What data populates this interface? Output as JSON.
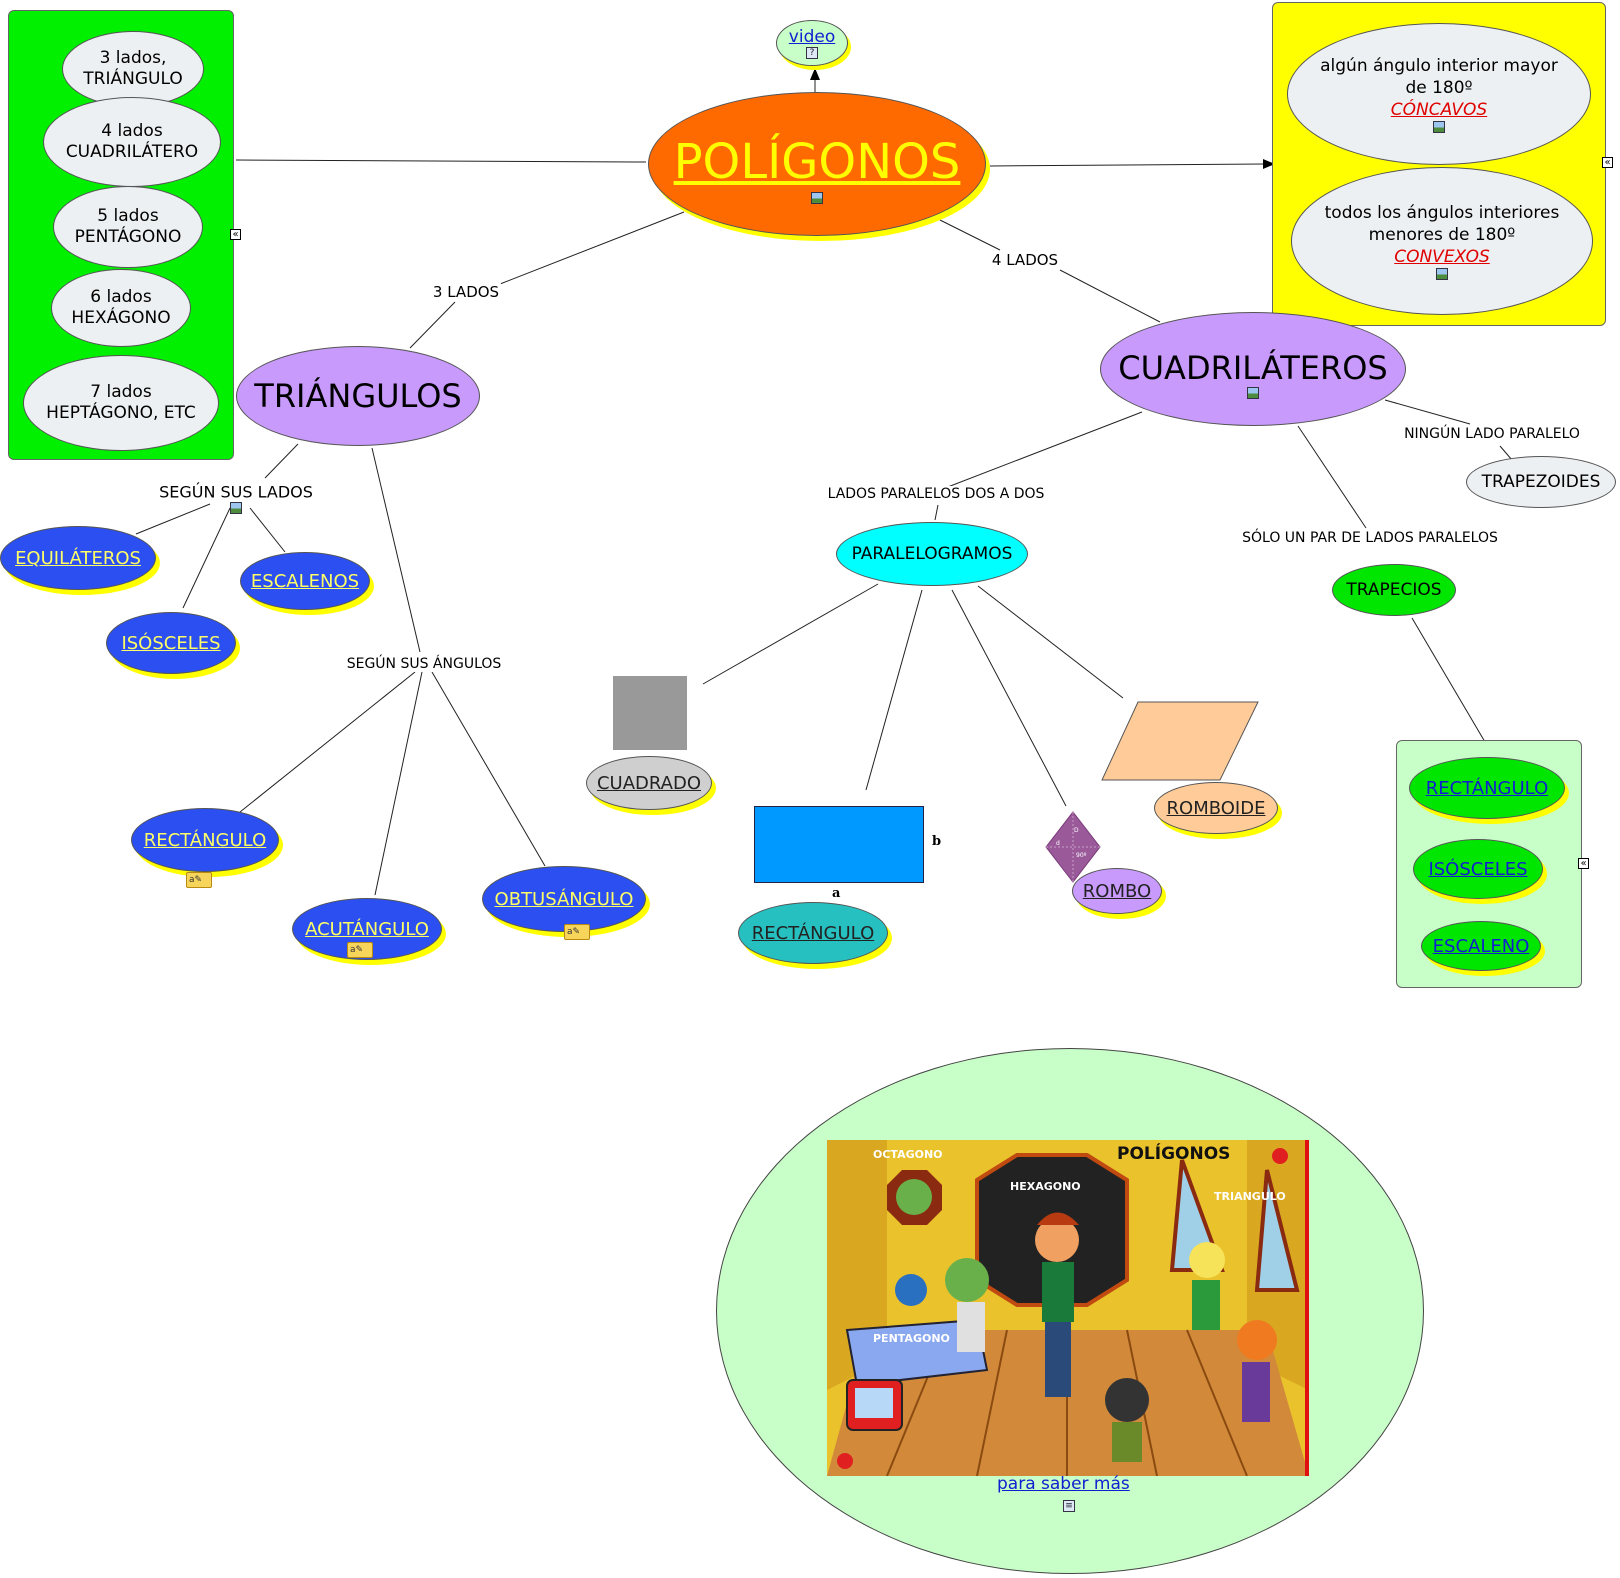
{
  "root": {
    "title": "POLÍGONOS",
    "link": "video"
  },
  "sides_box": {
    "items": [
      "3 lados,\nTRIÁNGULO",
      "4 lados\nCUADRILÁTERO",
      "5 lados\nPENTÁGONO",
      "6 lados\nHEXÁGONO",
      "7 lados\nHEPTÁGONO, ETC"
    ]
  },
  "convexity_box": {
    "concave_text": "algún ángulo interior mayor de 180º",
    "concave_label": "CÓNCAVOS",
    "convex_text": "todos los  ángulos interiores menores de 180º",
    "convex_label": "CONVEXOS"
  },
  "edge_labels": {
    "three_sides": "3 LADOS",
    "four_sides": "4 LADOS",
    "by_sides": "SEGÚN SUS LADOS",
    "by_angles": "SEGÚN SUS ÁNGULOS",
    "parallel_pairs": "LADOS PARALELOS DOS A DOS",
    "one_pair": "SÓLO UN PAR DE LADOS PARALELOS",
    "no_parallel": "NINGÚN LADO PARALELO"
  },
  "triangles": {
    "title": "TRIÁNGULOS",
    "by_sides": [
      "EQUILÁTEROS",
      "ESCALENOS",
      "ISÓSCELES"
    ],
    "by_angles": [
      "RECTÁNGULO",
      "ACUTÁNGULO",
      "OBTUSÁNGULO"
    ]
  },
  "quadrilaterals": {
    "title": "CUADRILÁTEROS",
    "parallelograms": "PARALELOGRAMOS",
    "trapezoids": "TRAPECIOS",
    "trapezoides": "TRAPEZOIDES",
    "parallelogram_types": [
      "CUADRADO",
      "RECTÁNGULO",
      "ROMBO",
      "ROMBOIDE"
    ],
    "trapezoid_types": [
      "RECTÁNGULO ",
      "ISÓSCELES",
      "ESCALENO"
    ],
    "rect_side_a": "a",
    "rect_side_b": "b",
    "rombo_marks": [
      "D",
      "d",
      "90º"
    ]
  },
  "resource": {
    "link": "para saber más",
    "scene_title": "POLÍGONOS",
    "scene_words": [
      "OCTAGONO",
      "HEXAGONO",
      "TRIANGULO",
      "PENTAGONO"
    ]
  },
  "colors": {
    "root": "#ff6a00",
    "root_text": "#ffff00",
    "purple": "#c89afc",
    "blue": "#2b4ff0",
    "green_box": "#00f000",
    "yellow_box": "#ffff00",
    "cyan": "#00ffff",
    "green_node": "#00e600",
    "light_green_box": "#c8ffc8"
  }
}
